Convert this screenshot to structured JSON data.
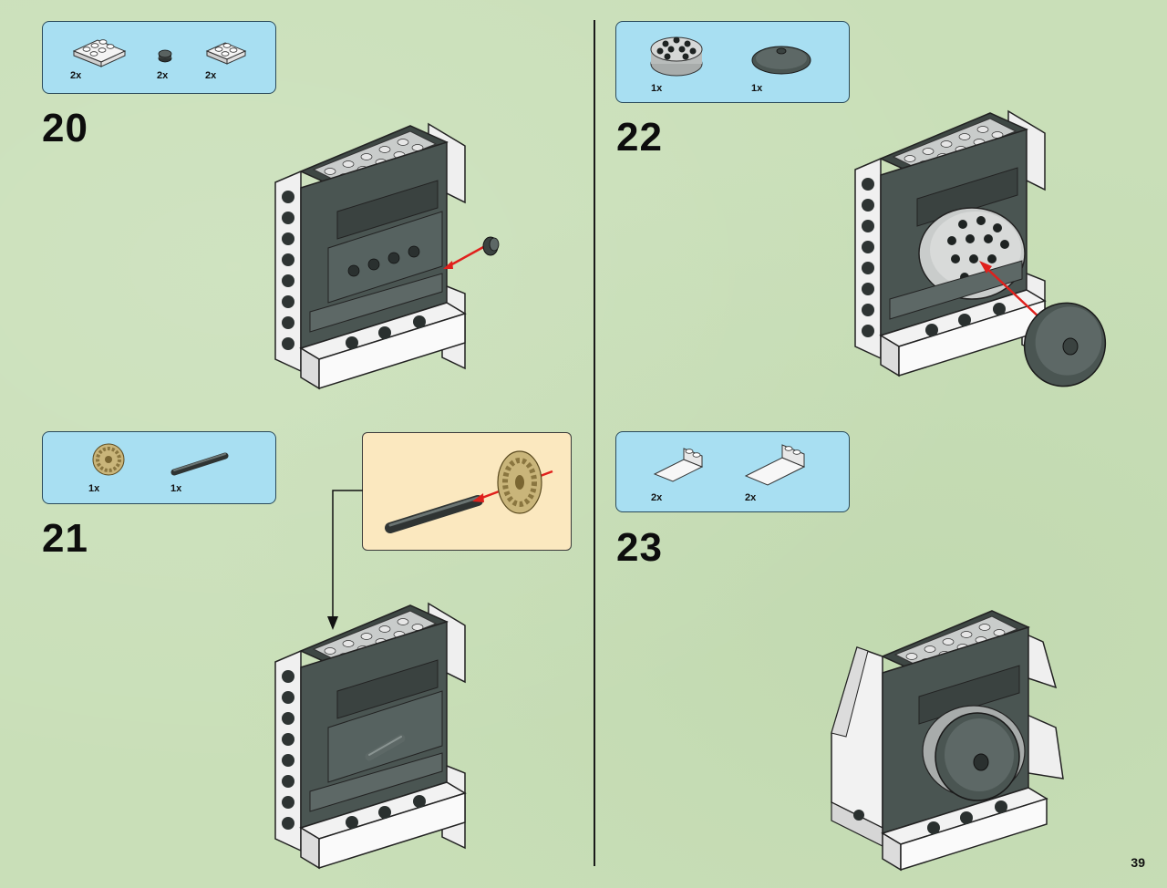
{
  "page_number": "39",
  "steps": [
    {
      "number": "20",
      "parts": [
        {
          "qty": "2x"
        },
        {
          "qty": "2x"
        },
        {
          "qty": "2x"
        }
      ]
    },
    {
      "number": "21",
      "parts": [
        {
          "qty": "1x"
        },
        {
          "qty": "1x"
        }
      ]
    },
    {
      "number": "22",
      "parts": [
        {
          "qty": "1x"
        },
        {
          "qty": "1x"
        }
      ]
    },
    {
      "number": "23",
      "parts": [
        {
          "qty": "2x"
        },
        {
          "qty": "2x"
        }
      ]
    }
  ],
  "colors": {
    "background": "#c9dfb8",
    "callout": "#a8dff2",
    "subassembly": "#fbe8bf",
    "arrow": "#e0201c",
    "dark_grey": "#4a5552",
    "light_grey": "#c9cccb",
    "tan": "#c9b57a"
  }
}
